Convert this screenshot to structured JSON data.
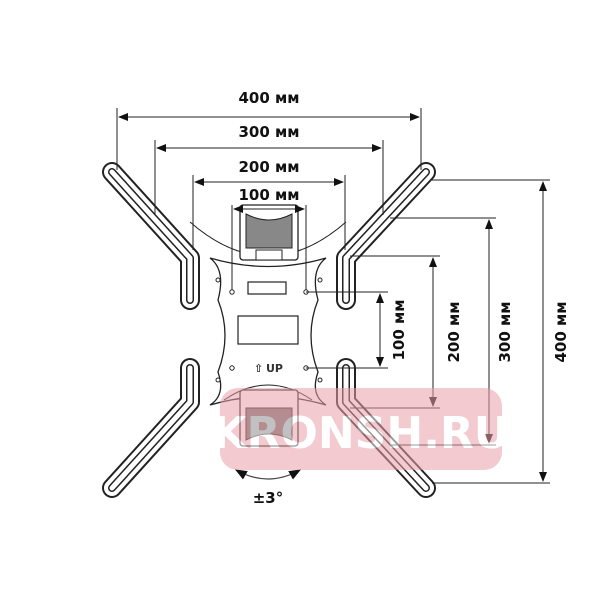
{
  "dimensions": {
    "horizontal": [
      "400 мм",
      "300 мм",
      "200 мм",
      "100 мм"
    ],
    "vertical": [
      "100 мм",
      "200 мм",
      "300 мм",
      "400 мм"
    ]
  },
  "plate_label": "UP",
  "tilt_label": "±3°",
  "watermark": "KRONSH.RU",
  "colors": {
    "line": "#222222",
    "watermark": "#e8a0a8"
  }
}
